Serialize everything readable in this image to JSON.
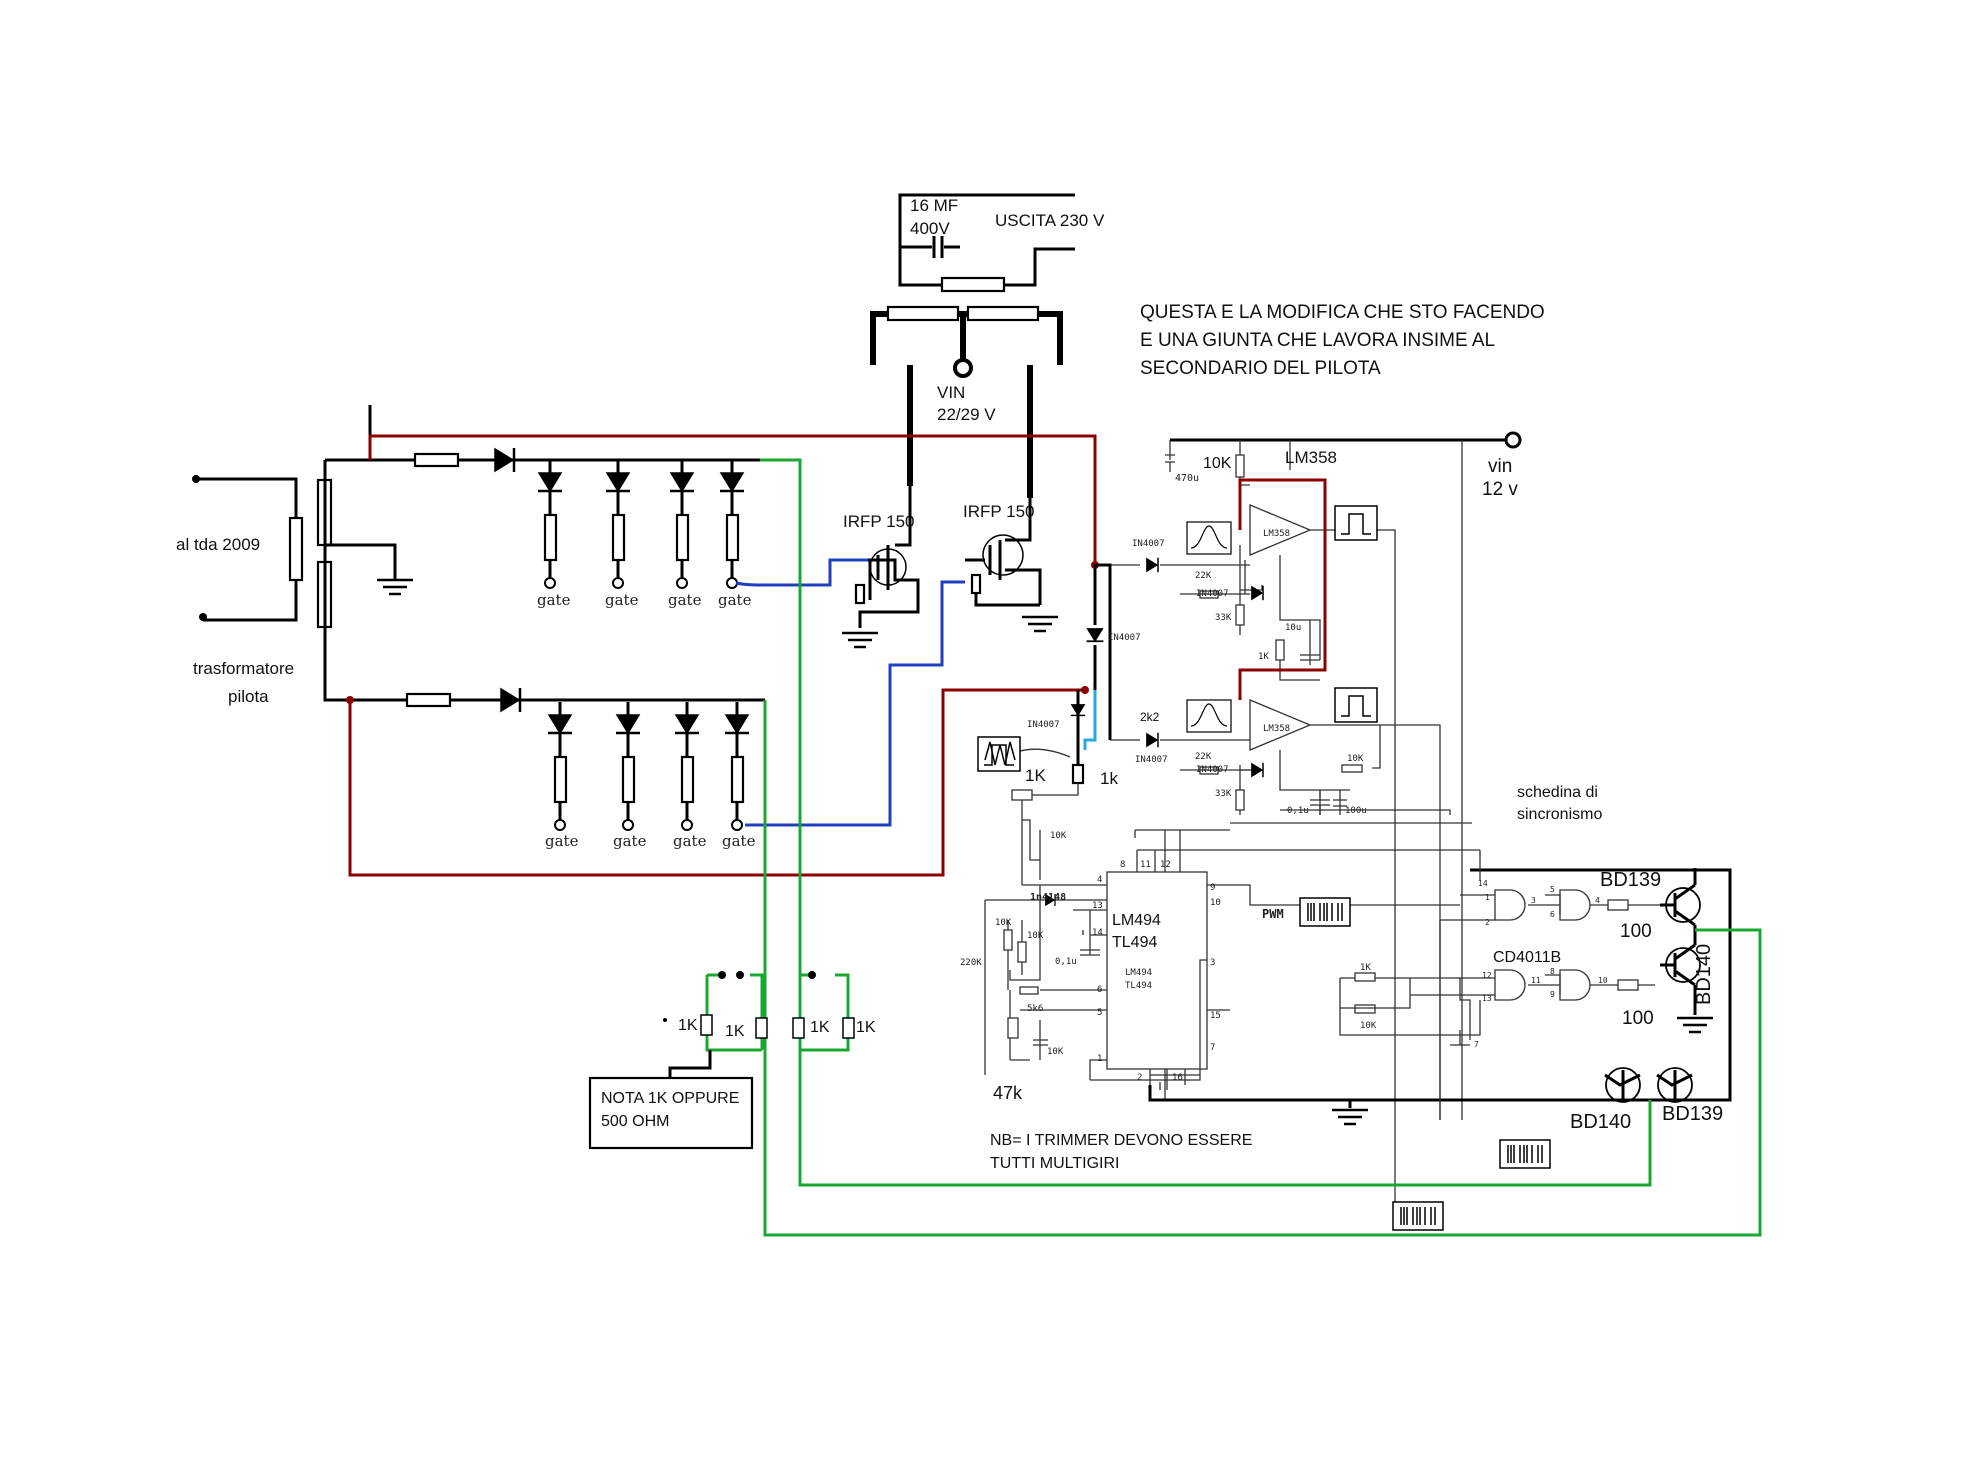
{
  "colors": {
    "red_wire": "#8b0000",
    "blue_wire": "#1f3fbf",
    "cyan_wire": "#2aa7e0",
    "green_wire": "#1aa832",
    "black_wire": "#000000"
  },
  "icons": [
    "diode-icon",
    "resistor-icon",
    "capacitor-icon",
    "ground-icon",
    "mosfet-icon",
    "opamp-icon",
    "nand-gate-icon",
    "npn-transistor-icon",
    "pnp-transistor-icon",
    "square-wave-icon",
    "switch-icon"
  ],
  "title": {
    "line1": "QUESTA E LA MODIFICA CHE STO FACENDO",
    "line2": "E UNA GIUNTA CHE LAVORA INSIME AL",
    "line3": "SECONDARIO DEL PILOTA"
  },
  "output": {
    "cap_line1": "16 MF",
    "cap_line2": "400V",
    "uscita": "USCITA 230 V"
  },
  "vin_main": {
    "line1": "VIN",
    "line2": "22/29 V"
  },
  "vin12": {
    "line1": "vin",
    "line2": "12 v"
  },
  "mosfets": {
    "left": "IRFP 150",
    "right": "IRFP 150"
  },
  "input": {
    "tda": "al tda 2009",
    "trafo_line1": "trasformatore",
    "trafo_line2": "pilota"
  },
  "gate_label": "gate",
  "opamp": {
    "name": "LM358",
    "r_top": "10K",
    "c_top": "470u",
    "diode": "IN4007",
    "r22k": "22K",
    "r33k": "33K",
    "r1k": "1K",
    "c10u": "10u",
    "r10k": "10K",
    "c01": "0,1u",
    "c100": "100u",
    "r2k2": "2k2"
  },
  "sync": {
    "line1": "schedina di",
    "line2": "sincronismo"
  },
  "pwm_chip": {
    "line1": "LM494",
    "line2": "TL494",
    "small1": "LM494",
    "small2": "TL494",
    "pwm": "PWM"
  },
  "pin_labels": [
    "4",
    "13",
    "14",
    "9",
    "10",
    "8",
    "11",
    "12",
    "3",
    "6",
    "5",
    "15",
    "7",
    "1",
    "2",
    "16"
  ],
  "pwm_parts": {
    "r1k_a": "1K",
    "r1k_b": "1k",
    "r10k": "10K",
    "in4148": "1n4148",
    "r10k_b": "10K",
    "r10k_c": "10K",
    "c01": "0,1u",
    "r220k": "220K",
    "r5k6": "5k6",
    "r10k_d": "10K",
    "trim": "47k",
    "diode_a": "IN4007",
    "diode_b": "IN4007"
  },
  "logic": {
    "name": "CD4011B",
    "r100_a": "100",
    "r100_b": "100",
    "r1k": "1K",
    "r10k": "10K",
    "pins": [
      "14",
      "1",
      "2",
      "3",
      "5",
      "6",
      "4",
      "12",
      "13",
      "11",
      "8",
      "9",
      "10",
      "7"
    ]
  },
  "transistors": {
    "bd139_top": "BD139",
    "bd140_side": "BD140",
    "bd140_bottom": "BD140",
    "bd139_bottom": "BD139"
  },
  "gate_resistors": {
    "r1": "1K",
    "r2": "1K",
    "r3": "1K",
    "r4": "1K"
  },
  "nota": {
    "line1": "NOTA 1K OPPURE",
    "line2": "500 OHM"
  },
  "nb": {
    "line1": "NB= I TRIMMER DEVONO ESSERE",
    "line2": "TUTTI MULTIGIRI"
  }
}
